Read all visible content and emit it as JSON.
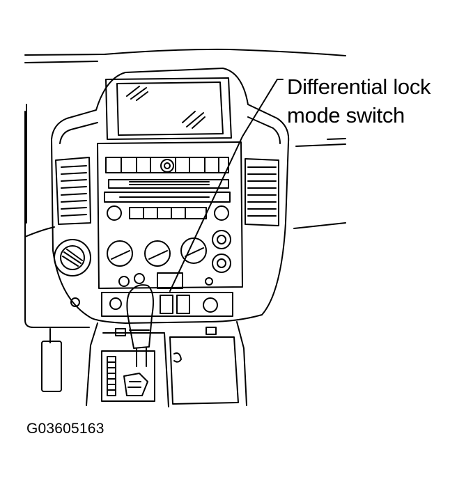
{
  "callout": {
    "line1": "Differential lock",
    "line2": "mode switch"
  },
  "figure_id": "G03605163"
}
